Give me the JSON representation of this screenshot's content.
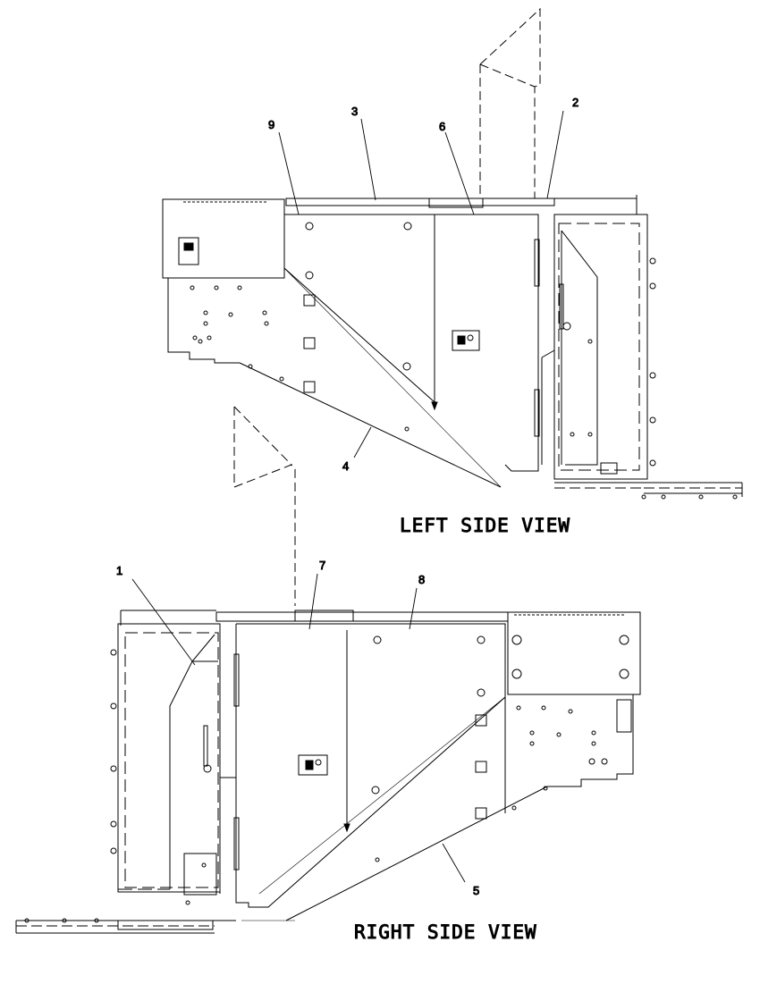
{
  "views": {
    "left": {
      "label": "LEFT SIDE VIEW"
    },
    "right": {
      "label": "RIGHT SIDE VIEW"
    }
  },
  "callouts": {
    "c1": "1",
    "c2": "2",
    "c3": "3",
    "c4": "4",
    "c5": "5",
    "c6": "6",
    "c7": "7",
    "c8": "8",
    "c9": "9"
  }
}
